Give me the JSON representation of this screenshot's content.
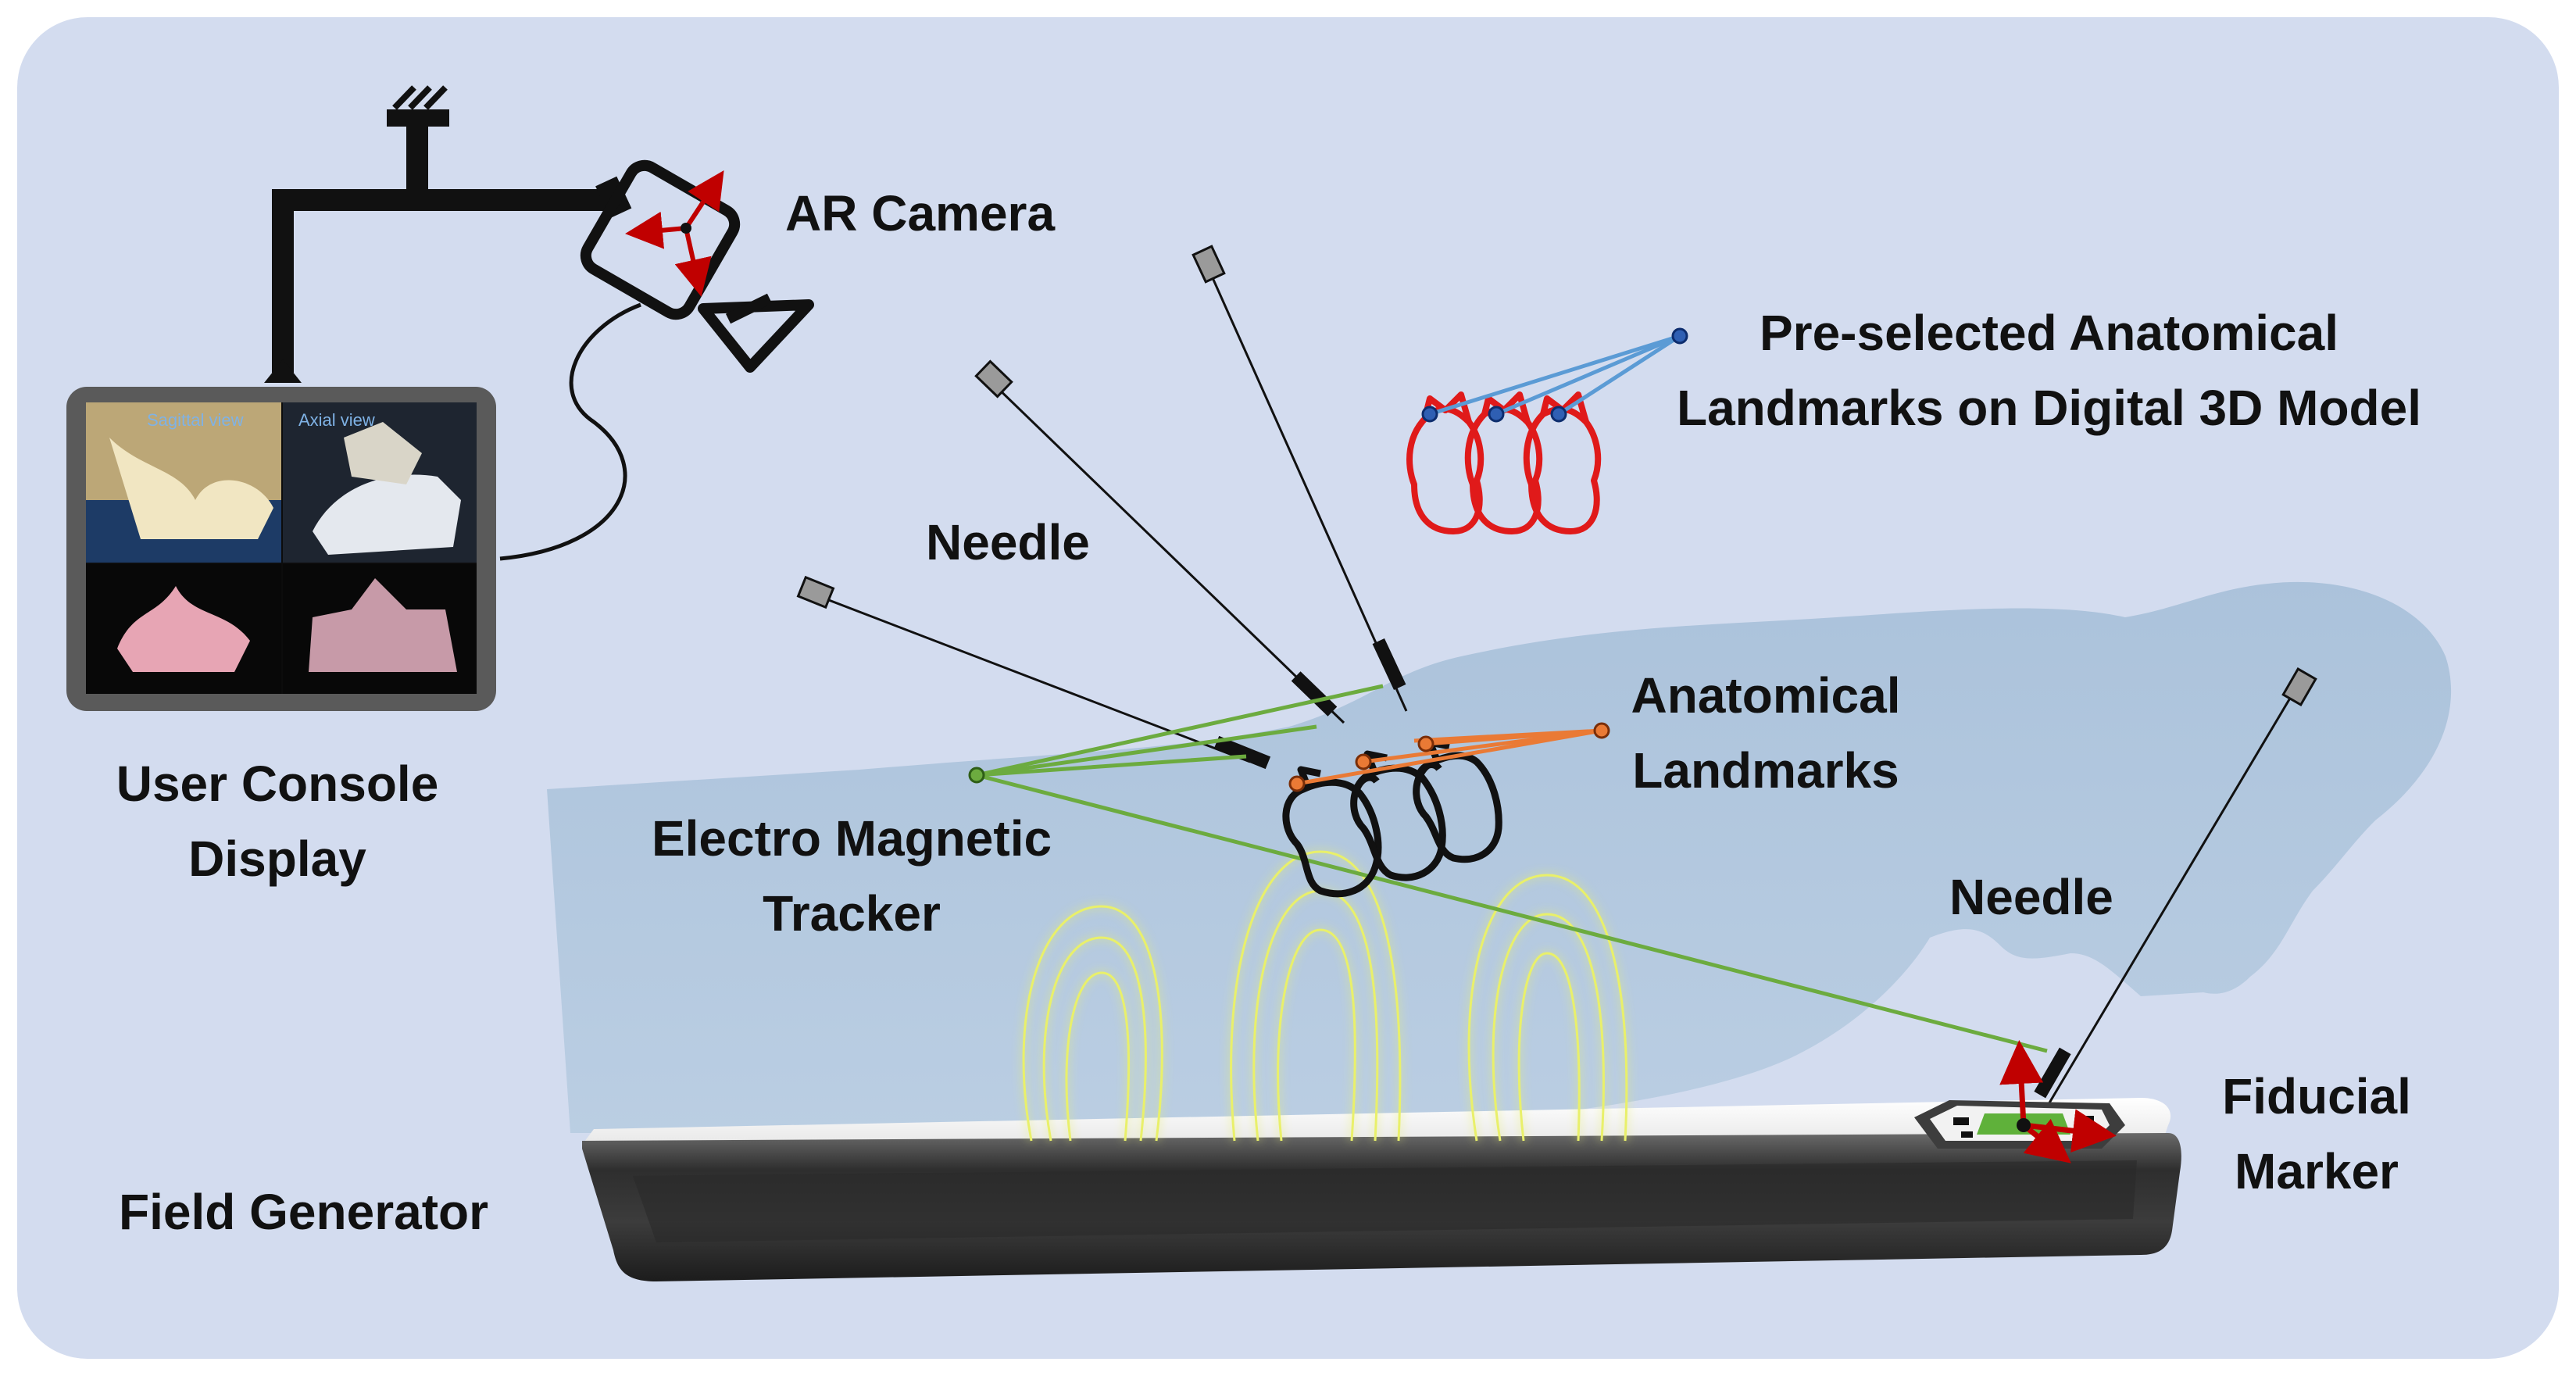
{
  "labels": {
    "ar_camera": "AR Camera",
    "preselected_line1": "Pre-selected Anatomical",
    "preselected_line2": "Landmarks on Digital 3D Model",
    "needle_top": "Needle",
    "user_console_line1": "User Console",
    "user_console_line2": "Display",
    "anatomical_line1": "Anatomical",
    "anatomical_line2": "Landmarks",
    "em_tracker_line1": "Electro Magnetic",
    "em_tracker_line2": "Tracker",
    "needle_right": "Needle",
    "fiducial_line1": "Fiducial",
    "fiducial_line2": "Marker",
    "field_generator": "Field Generator"
  },
  "console_screen": {
    "sagittal_view": "Sagittal view",
    "axial_view": "Axial view"
  },
  "colors": {
    "background_panel": "#d3dcef",
    "body_silhouette": "#a7c0da",
    "tracker_lines": "#6cab3f",
    "landmark_lines_orange": "#ea7a35",
    "landmark_lines_blue": "#5b9bd5",
    "model_outline_red": "#e01a1a",
    "axis_arrows": "#c00000",
    "field_lines": "#e9f06a"
  }
}
